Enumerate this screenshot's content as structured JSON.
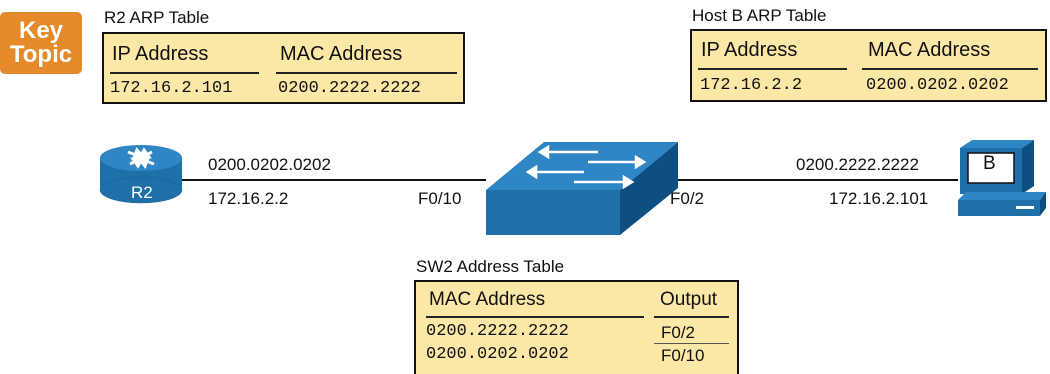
{
  "key_topic": {
    "line1": "Key",
    "line2": "Topic"
  },
  "r2_table": {
    "title": "R2 ARP Table",
    "col_ip": "IP Address",
    "col_mac": "MAC Address",
    "rows": [
      {
        "ip": "172.16.2.101",
        "mac": "0200.2222.2222"
      }
    ]
  },
  "hostb_table": {
    "title": "Host B ARP Table",
    "col_ip": "IP Address",
    "col_mac": "MAC Address",
    "rows": [
      {
        "ip": "172.16.2.2",
        "mac": "0200.0202.0202"
      }
    ]
  },
  "sw2_table": {
    "title": "SW2 Address Table",
    "col_mac": "MAC Address",
    "col_output": "Output",
    "rows": [
      {
        "mac": "0200.2222.2222",
        "output": "F0/2"
      },
      {
        "mac": "0200.0202.0202",
        "output": "F0/10"
      }
    ]
  },
  "router": {
    "name": "R2",
    "mac": "0200.0202.0202",
    "ip": "172.16.2.2"
  },
  "switch": {
    "port_left": "F0/10",
    "port_right": "F0/2"
  },
  "host": {
    "name": "B",
    "mac": "0200.2222.2222",
    "ip": "172.16.2.101"
  },
  "colors": {
    "device_blue": "#1f6fa8",
    "device_dark": "#0d4f80",
    "table_fill": "#fbe7a6",
    "key_orange": "#e58a2a"
  }
}
